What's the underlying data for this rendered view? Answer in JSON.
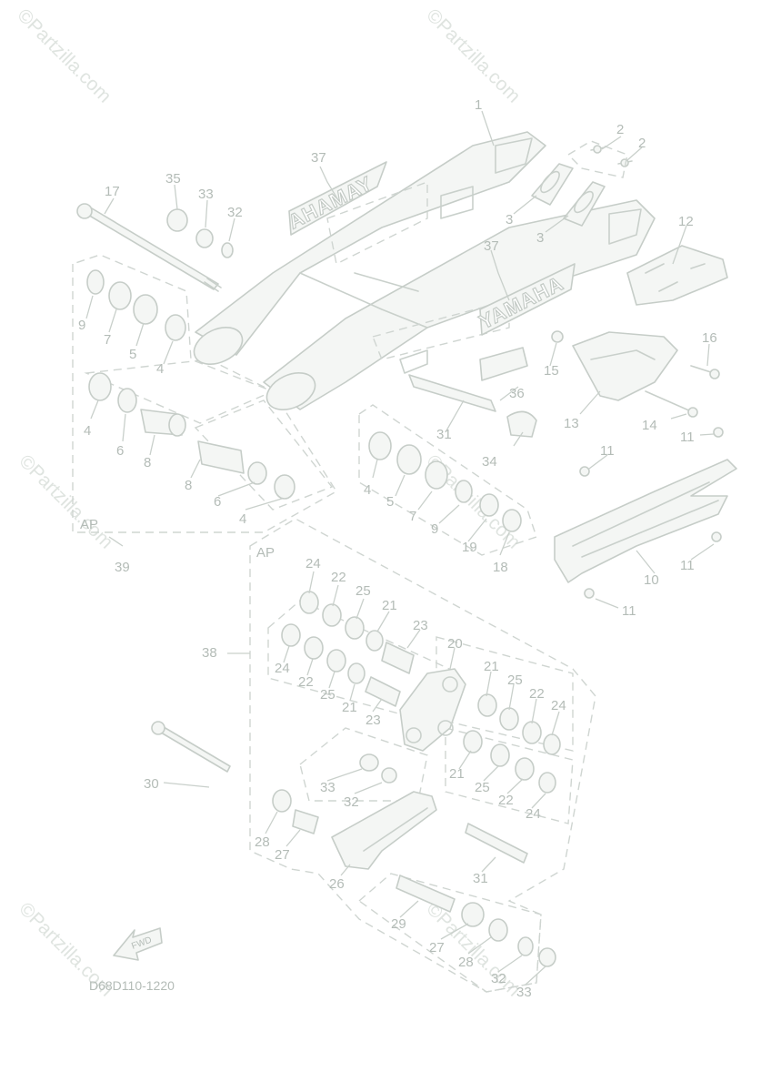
{
  "watermark": "©Partzilla.com",
  "diagram_code": "D68D110-1220",
  "fwd_label": "FWD",
  "brand_text": "YAMAHA",
  "brand_text_mirrored": "AHAMAY",
  "ap_label": "AP",
  "callouts": {
    "n1": "1",
    "n2a": "2",
    "n2b": "2",
    "n3a": "3",
    "n3b": "3",
    "n4a": "4",
    "n4b": "4",
    "n4c": "4",
    "n4d": "4",
    "n5a": "5",
    "n5b": "5",
    "n6a": "6",
    "n6b": "6",
    "n7a": "7",
    "n7b": "7",
    "n8a": "8",
    "n8b": "8",
    "n9a": "9",
    "n9b": "9",
    "n10": "10",
    "n11a": "11",
    "n11b": "11",
    "n11c": "11",
    "n11d": "11",
    "n12": "12",
    "n13": "13",
    "n14": "14",
    "n15": "15",
    "n16": "16",
    "n17": "17",
    "n18": "18",
    "n19": "19",
    "n20": "20",
    "n21a": "21",
    "n21b": "21",
    "n21c": "21",
    "n21d": "21",
    "n22a": "22",
    "n22b": "22",
    "n22c": "22",
    "n22d": "22",
    "n23a": "23",
    "n23b": "23",
    "n24a": "24",
    "n24b": "24",
    "n24c": "24",
    "n24d": "24",
    "n25a": "25",
    "n25b": "25",
    "n25c": "25",
    "n25d": "25",
    "n26": "26",
    "n27a": "27",
    "n27b": "27",
    "n28a": "28",
    "n28b": "28",
    "n29": "29",
    "n30": "30",
    "n31a": "31",
    "n31b": "31",
    "n32a": "32",
    "n32b": "32",
    "n32c": "32",
    "n33a": "33",
    "n33b": "33",
    "n33c": "33",
    "n34": "34",
    "n35": "35",
    "n36": "36",
    "n37a": "37",
    "n37b": "37",
    "n38": "38",
    "n39": "39"
  }
}
